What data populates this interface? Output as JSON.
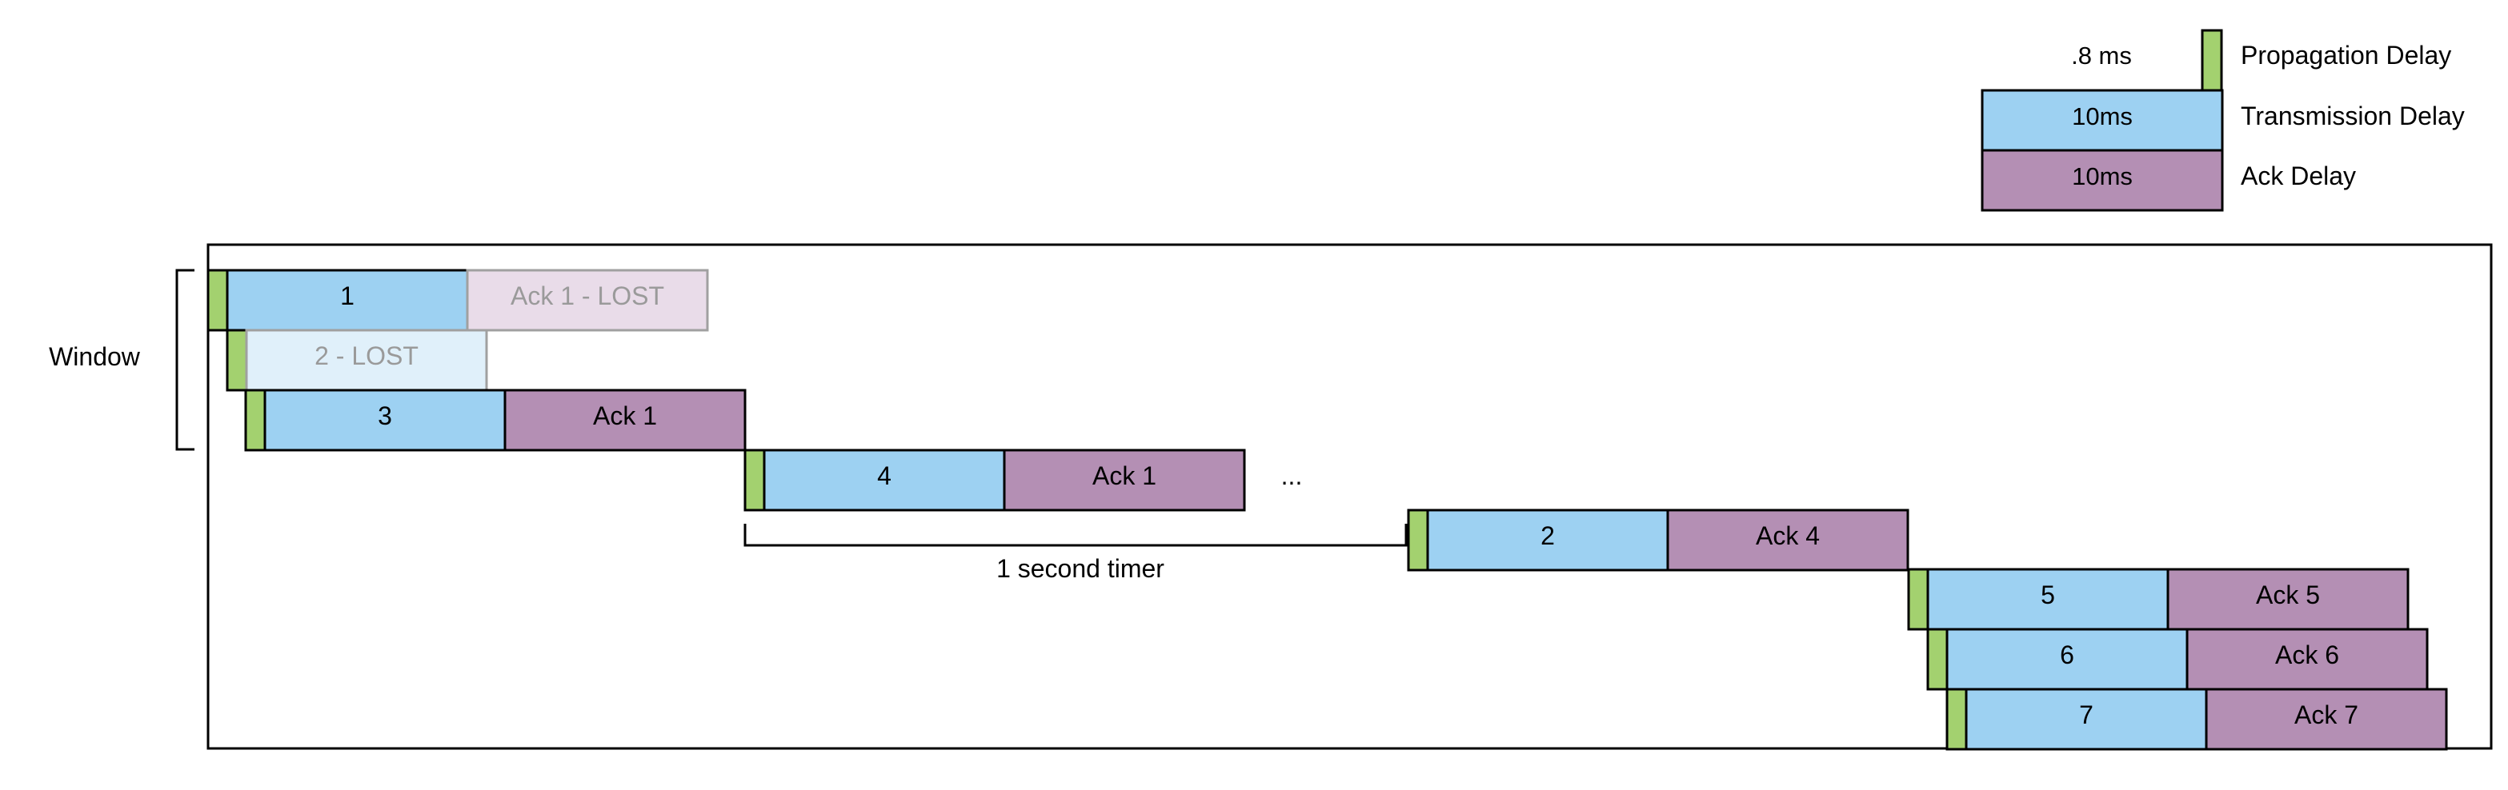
{
  "legend": [
    {
      "value": ".8 ms",
      "label": "Propagation Delay",
      "kind": "prop"
    },
    {
      "value": "10ms",
      "label": "Transmission Delay",
      "kind": "trans"
    },
    {
      "value": "10ms",
      "label": "Ack Delay",
      "kind": "ack"
    }
  ],
  "window_label": "Window",
  "timer_label": "1 second timer",
  "ellipsis": "...",
  "rows": [
    {
      "packet": "1",
      "ack": "Ack 1 - LOST",
      "packet_lost": false,
      "ack_lost": true
    },
    {
      "packet": "2 - LOST",
      "ack": "",
      "packet_lost": true,
      "ack_lost": false
    },
    {
      "packet": "3",
      "ack": "Ack 1",
      "packet_lost": false,
      "ack_lost": false
    },
    {
      "packet": "4",
      "ack": "Ack 1",
      "packet_lost": false,
      "ack_lost": false
    },
    {
      "packet": "2",
      "ack": "Ack 4",
      "packet_lost": false,
      "ack_lost": false
    },
    {
      "packet": "5",
      "ack": "Ack 5",
      "packet_lost": false,
      "ack_lost": false
    },
    {
      "packet": "6",
      "ack": "Ack 6",
      "packet_lost": false,
      "ack_lost": false
    },
    {
      "packet": "7",
      "ack": "Ack 7",
      "packet_lost": false,
      "ack_lost": false
    }
  ],
  "colors": {
    "prop": "#a3d16f",
    "trans": "#9dd1f2",
    "ack": "#b48fb4",
    "trans_lost": "#e0f0fa",
    "ack_lost": "#e9dce9",
    "lost_text": "#9a9a9a",
    "lost_border": "#a0a0a0",
    "stroke": "#000000"
  }
}
